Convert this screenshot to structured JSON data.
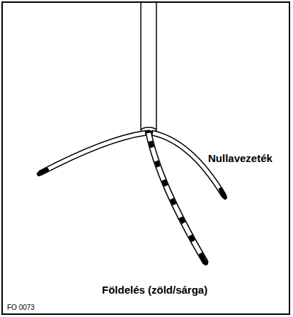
{
  "diagram": {
    "labels": [
      "Nullavezeték",
      "Földelés (zöld/sárga)",
      "FO 0073"
    ]
  }
}
